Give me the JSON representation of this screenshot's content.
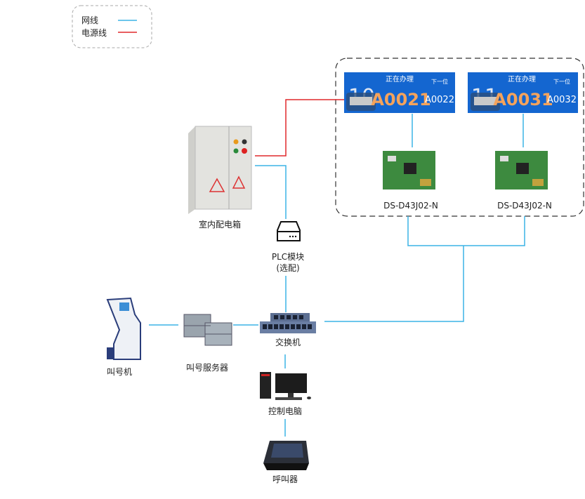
{
  "legend": {
    "items": [
      {
        "label": "网线",
        "color": "#3bb4e5"
      },
      {
        "label": "电源线",
        "color": "#e0292c"
      }
    ]
  },
  "displays": [
    {
      "window": "10",
      "status": "正在办理",
      "current": "A0021",
      "next_label": "下一位",
      "next": "A0022",
      "board": "DS-D43J02-N"
    },
    {
      "window": "11",
      "status": "正在办理",
      "current": "A0031",
      "next_label": "下一位",
      "next": "A0032",
      "board": "DS-D43J02-N"
    }
  ],
  "devices": {
    "cabinet": "室内配电箱",
    "plc": "PLC模块",
    "plc_note": "(选配)",
    "switch": "交换机",
    "kiosk": "叫号机",
    "server": "叫号服务器",
    "pc": "控制电脑",
    "caller": "呼叫器"
  },
  "colors": {
    "display_bg": "#1466d0",
    "number": "#f5a35c"
  }
}
